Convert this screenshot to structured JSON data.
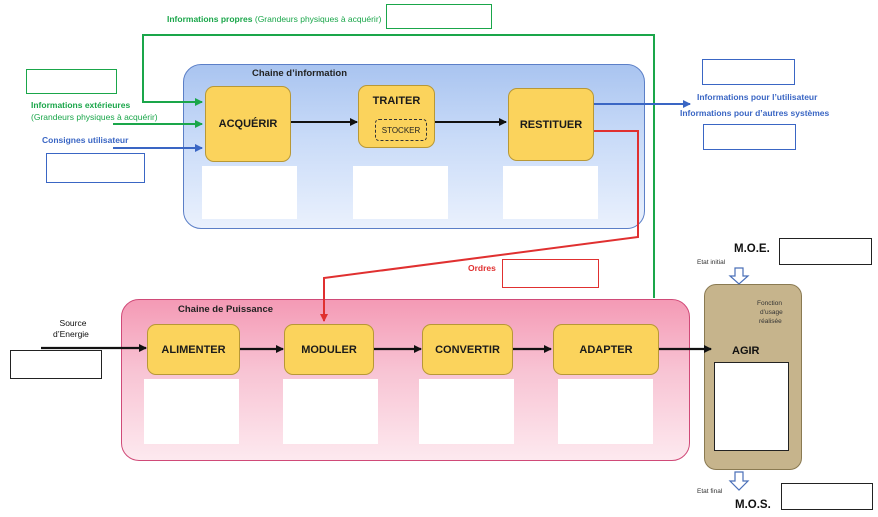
{
  "info_chain": {
    "title": "Chaine d’information",
    "acquerir": "ACQUÉRIR",
    "traiter": "TRAITER",
    "stocker": "STOCKER",
    "restituer": "RESTITUER"
  },
  "inputs": {
    "props_bold": "Informations propres",
    "props_rest": "(Grandeurs physiques à acquérir)",
    "ext_title": "Informations extérieures",
    "ext_sub": "(Grandeurs physiques à acquérir)",
    "consignes": "Consignes utilisateur"
  },
  "outputs": {
    "user": "Informations pour l’utilisateur",
    "systems": "Informations pour d’autres systèmes"
  },
  "orders": "Ordres",
  "power_chain": {
    "title": "Chaine de Puissance",
    "source_line1": "Source",
    "source_line2": "d’Energie",
    "alimenter": "ALIMENTER",
    "moduler": "MODULER",
    "convertir": "CONVERTIR",
    "adapter": "ADAPTER"
  },
  "agir": {
    "label": "AGIR",
    "fonction1": "Fonction",
    "fonction2": "d’usage",
    "fonction3": "réalisée",
    "moe": "M.O.E.",
    "mos": "M.O.S.",
    "etat_initial": "Etat initial",
    "etat_final": "Etat final"
  },
  "colors": {
    "green": "#1aa64a",
    "blue": "#3a66c4",
    "red": "#e03030",
    "function_yellow": "#fbd35c",
    "info_chain_blue": "#a9c4f0",
    "power_chain_pink": "#f49ab5",
    "agir_khaki": "#c6b48c"
  }
}
